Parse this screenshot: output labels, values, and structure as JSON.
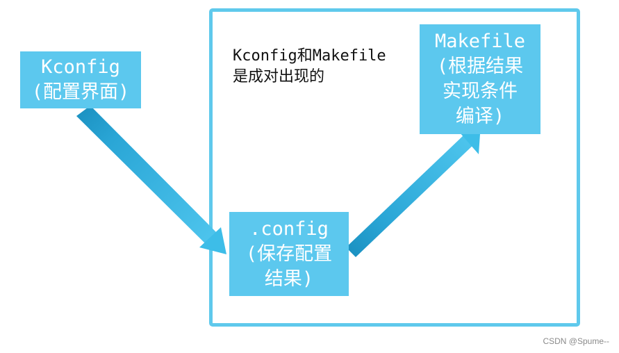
{
  "nodes": {
    "kconfig": {
      "lines": [
        "Kconfig",
        "(配置界面)"
      ]
    },
    "config": {
      "lines": [
        ".config",
        "(保存配置",
        "结果)"
      ]
    },
    "makefile": {
      "lines": [
        "Makefile",
        "(根据结果",
        "实现条件",
        "编译)"
      ]
    }
  },
  "note": {
    "lines": [
      "Kconfig和Makefile",
      "是成对出现的"
    ]
  },
  "watermark": "CSDN @Spume--",
  "colors": {
    "node_fill": "#5cc8ee",
    "frame_stroke": "#5fc9ec",
    "arrow_fill": "#3dbde8",
    "arrow_dark": "#1a8fbf",
    "node_text": "#ffffff"
  }
}
